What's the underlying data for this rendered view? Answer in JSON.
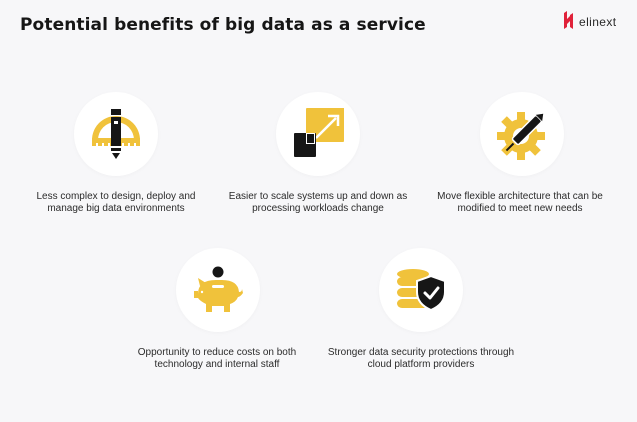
{
  "header": {
    "title": "Potential benefits of big data as a service",
    "logo_text": "elinext",
    "logo_icon": "elinext-n-logo-icon"
  },
  "colors": {
    "accent_yellow": "#f0c23b",
    "icon_dark": "#161616",
    "brand_red": "#e0223a",
    "background": "#f7f7f9",
    "circle": "#ffffff"
  },
  "benefits": [
    {
      "icon": "pencil-protractor-icon",
      "text": "Less complex to design, deploy and manage big data environments"
    },
    {
      "icon": "scale-up-arrow-icon",
      "text": "Easier to scale systems up and down as processing workloads change"
    },
    {
      "icon": "gear-pencil-icon",
      "text": "Move flexible architecture that can be modified to meet new needs"
    },
    {
      "icon": "piggy-bank-icon",
      "text": "Opportunity to reduce costs on both technology and internal staff"
    },
    {
      "icon": "database-shield-icon",
      "text": "Stronger data security protections through cloud platform providers"
    }
  ]
}
